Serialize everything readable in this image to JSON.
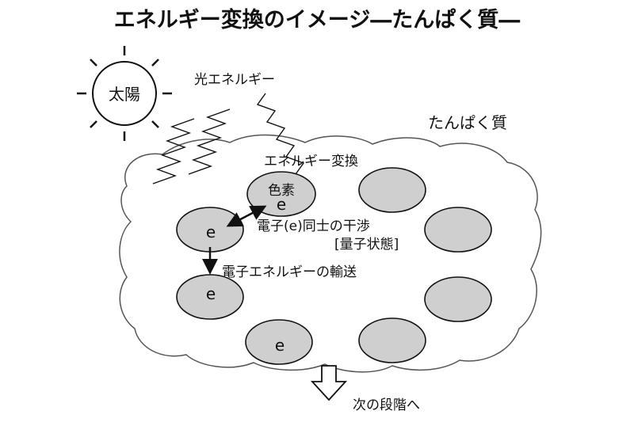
{
  "title": "エネルギー変換のイメージ―たんぱく質―",
  "sun_label": "太陽",
  "light_energy": "光エネルギー",
  "protein_label": "たんぱく質",
  "energy_conversion": "エネルギー変換",
  "pigment_label": "色素",
  "electron": "e",
  "interference": "電子(e)同士の干渉",
  "quantum_state": "[量子状態]",
  "energy_transport": "電子エネルギーの輸送",
  "next_stage": "次の段階へ"
}
